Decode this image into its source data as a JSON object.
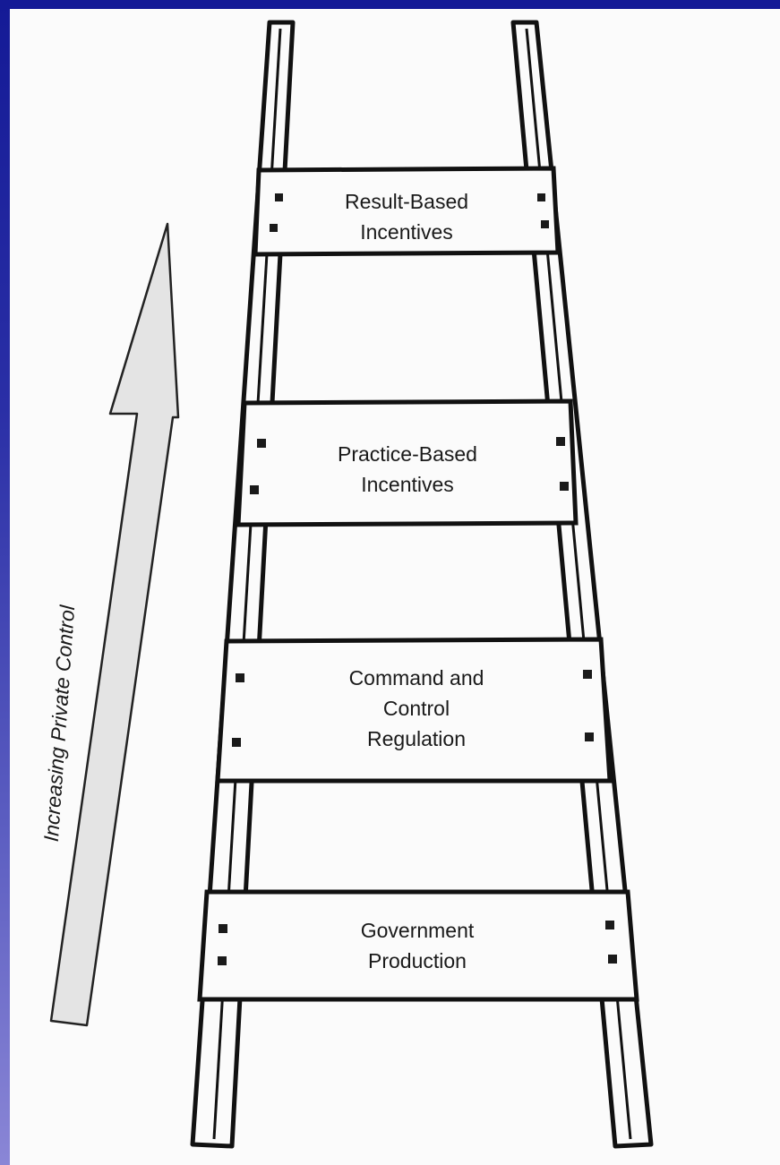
{
  "arrow": {
    "label": "Increasing Private Control",
    "icon": "up-arrow-icon"
  },
  "rungs": [
    {
      "line1": "Result-Based",
      "line2": "Incentives",
      "line3": ""
    },
    {
      "line1": "Practice-Based",
      "line2": "Incentives",
      "line3": ""
    },
    {
      "line1": "Command and",
      "line2": "Control",
      "line3": "Regulation"
    },
    {
      "line1": "Government",
      "line2": "Production",
      "line3": ""
    }
  ],
  "colors": {
    "frame_gradient_top": "#141a96",
    "frame_gradient_bottom": "#8a86d6",
    "paper": "#fbfbfb",
    "ink": "#1a1a1a",
    "arrow_fill": "#e4e4e4"
  }
}
